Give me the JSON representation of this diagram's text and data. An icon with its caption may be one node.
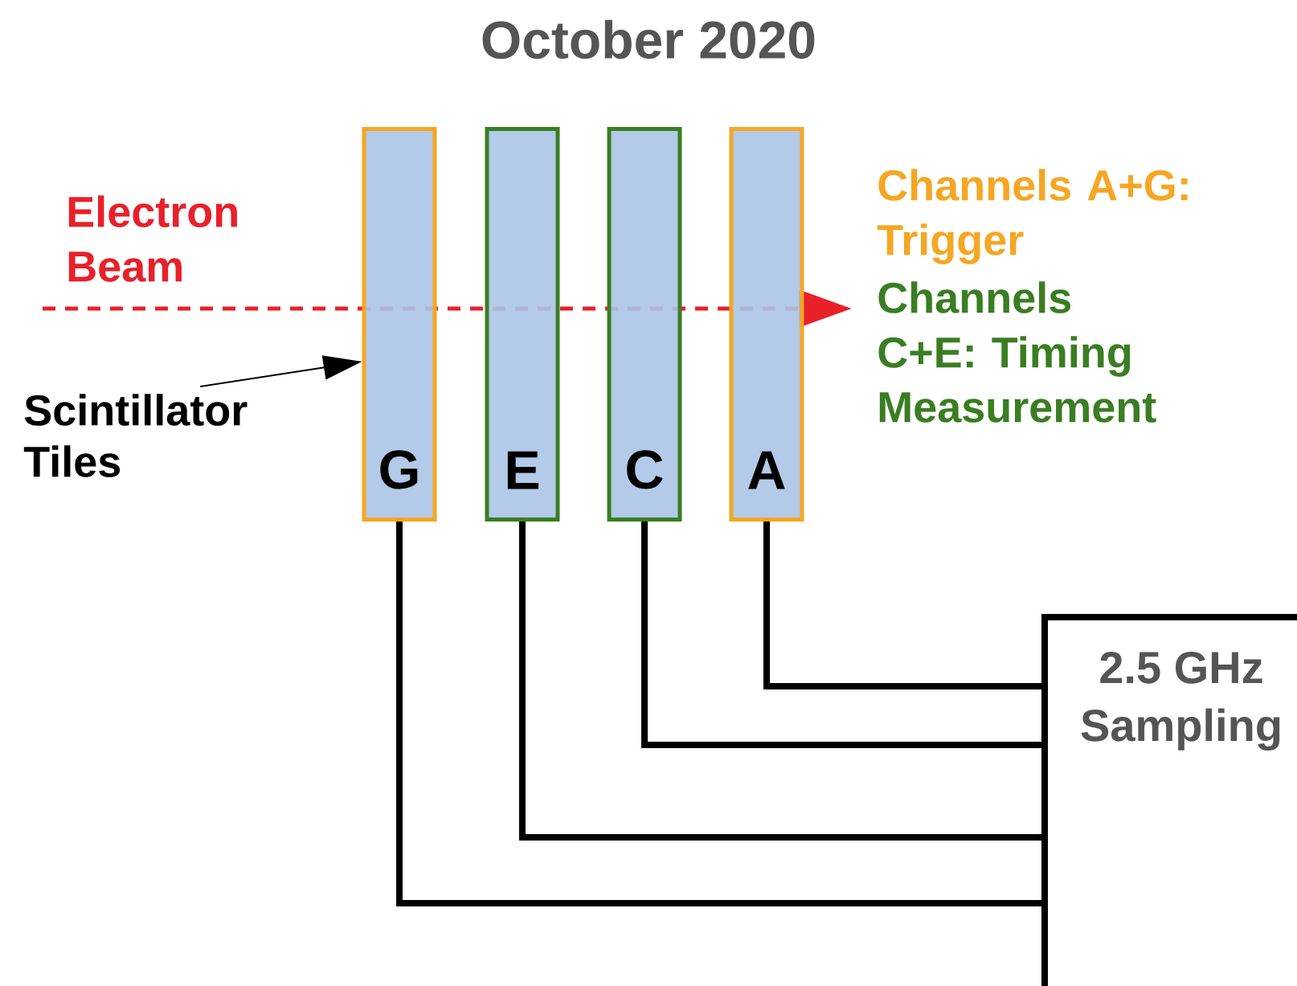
{
  "diagram": {
    "title": "October 2020",
    "nodes": [
      {
        "text": [
          "G"
        ]
      },
      {
        "text": [
          "E"
        ]
      },
      {
        "text": [
          "C"
        ]
      },
      {
        "text": [
          "A"
        ]
      },
      {
        "text": [
          "2.5 GHz Sampling"
        ]
      },
      {
        "text": [
          "Scintillator Tiles"
        ]
      }
    ],
    "edges": [
      {
        "from": 3,
        "to": 4,
        "arrow": "none"
      },
      {
        "from": 2,
        "to": 4,
        "arrow": "none"
      },
      {
        "from": 1,
        "to": 4,
        "arrow": "none"
      },
      {
        "from": 0,
        "to": 4,
        "arrow": "none"
      },
      {
        "from": 5,
        "to": 0,
        "arrow": "to"
      }
    ],
    "labels": [
      "Electron Beam",
      "Channels A+G: Trigger",
      "Channels C+E: Timing Measurement"
    ]
  }
}
